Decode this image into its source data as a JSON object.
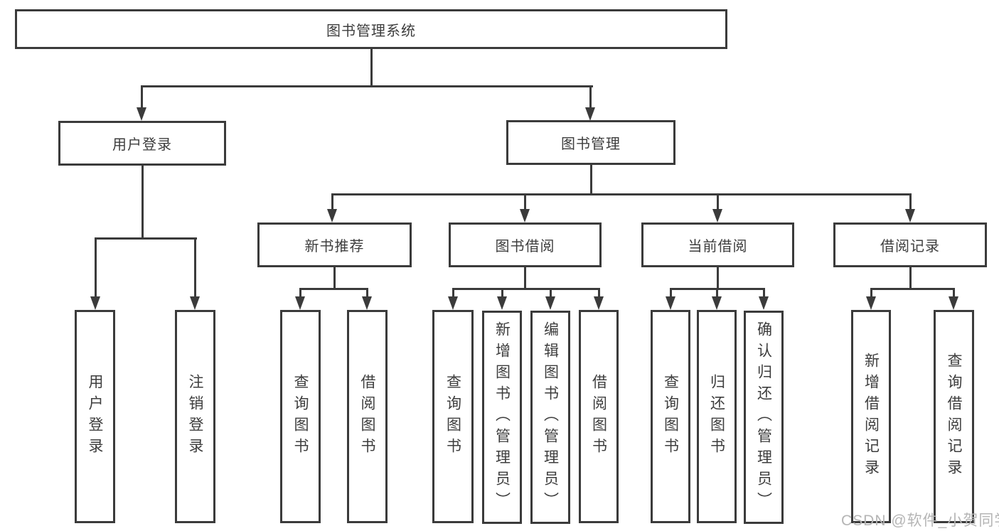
{
  "nodes": {
    "root": "图书管理系统",
    "level2": [
      {
        "label": "用户登录"
      },
      {
        "label": "图书管理"
      }
    ],
    "level3": [
      {
        "label": "新书推荐"
      },
      {
        "label": "图书借阅"
      },
      {
        "label": "当前借阅"
      },
      {
        "label": "借阅记录"
      }
    ],
    "level4": [
      {
        "label": "用户登录"
      },
      {
        "label": "注销登录"
      },
      {
        "label": "查询图书"
      },
      {
        "label": "借阅图书"
      },
      {
        "label": "查询图书"
      },
      {
        "label": "新增图书（管理员）"
      },
      {
        "label": "编辑图书（管理员）"
      },
      {
        "label": "借阅图书"
      },
      {
        "label": "查询图书"
      },
      {
        "label": "归还图书"
      },
      {
        "label": "确认归还（管理员）"
      },
      {
        "label": "新增借阅记录"
      },
      {
        "label": "查询借阅记录"
      }
    ]
  },
  "watermark": {
    "text": "CSDN @软件_小贺同学",
    "color": "#b5b5b5"
  },
  "colors": {
    "line": "#3b3b3b",
    "text": "#3d3d3d",
    "background": "#ffffff"
  }
}
